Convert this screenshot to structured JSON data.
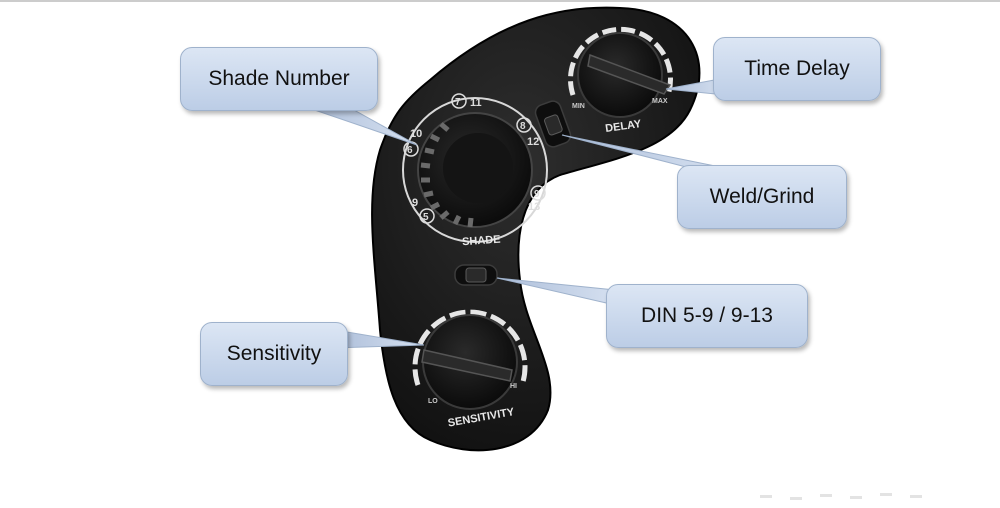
{
  "callouts": {
    "shade_number": "Shade Number",
    "time_delay": "Time Delay",
    "weld_grind": "Weld/Grind",
    "din_range": "DIN 5-9 / 9-13",
    "sensitivity": "Sensitivity"
  },
  "panel": {
    "shade_label": "SHADE",
    "delay_label": "DELAY",
    "delay_min": "MIN",
    "delay_max": "MAX",
    "sensitivity_label": "SENSITIVITY",
    "sensitivity_lo": "LO",
    "sensitivity_hi": "HI",
    "shade_outer_numbers": [
      "11",
      "12",
      "13",
      "9",
      "10"
    ],
    "shade_circled_numbers": [
      "7",
      "8",
      "9",
      "5",
      "6"
    ]
  },
  "colors": {
    "panel_body": "#1c1c1c",
    "callout_fill": "#c9d7ec",
    "leader_line": "#b7c7de"
  }
}
